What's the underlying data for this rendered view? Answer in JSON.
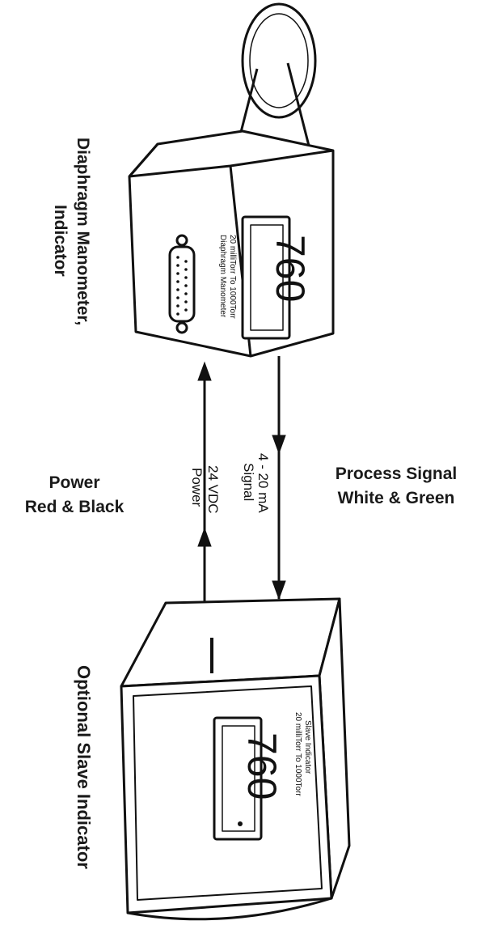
{
  "labels": {
    "manometer_line1": "Diaphragm Manometer,",
    "manometer_line2": "Indicator",
    "power_line1": "Power",
    "power_line2": "Red & Black",
    "process_line1": "Process Signal",
    "process_line2": "White & Green",
    "slave_title": "Optional Slave Indicator"
  },
  "wires": {
    "power_label_1": "24 VDC",
    "power_label_2": "Power",
    "signal_label_1": "4 - 20 mA",
    "signal_label_2": "Signal"
  },
  "manometer": {
    "display": "760",
    "plate_line1": "20 milliTorr To 1000Torr",
    "plate_line2": "Diaphragm Manometer"
  },
  "slave": {
    "display": "760",
    "plate_line1": "Slave Indicator",
    "plate_line2": "20 milliTorr To 1000Torr"
  },
  "colors": {
    "ink": "#111111",
    "panel": "#f4f4f4",
    "shade": "#e6e6e6"
  }
}
